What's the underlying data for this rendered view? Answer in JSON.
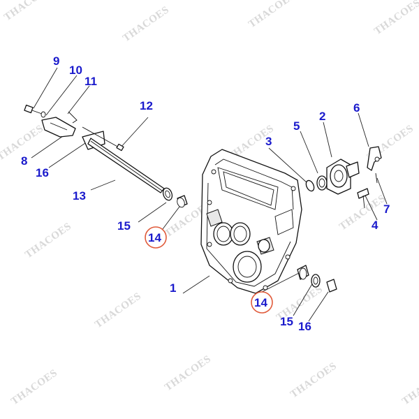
{
  "watermark": "THACOES",
  "callouts": [
    {
      "id": "c1",
      "label": "1"
    },
    {
      "id": "c2",
      "label": "2"
    },
    {
      "id": "c3",
      "label": "3"
    },
    {
      "id": "c4",
      "label": "4"
    },
    {
      "id": "c5",
      "label": "5"
    },
    {
      "id": "c6",
      "label": "6"
    },
    {
      "id": "c7",
      "label": "7"
    },
    {
      "id": "c8",
      "label": "8"
    },
    {
      "id": "c9",
      "label": "9"
    },
    {
      "id": "c10",
      "label": "10"
    },
    {
      "id": "c11",
      "label": "11"
    },
    {
      "id": "c12",
      "label": "12"
    },
    {
      "id": "c13",
      "label": "13"
    },
    {
      "id": "c14a",
      "label": "14",
      "highlighted": true
    },
    {
      "id": "c14b",
      "label": "14",
      "highlighted": true
    },
    {
      "id": "c15a",
      "label": "15"
    },
    {
      "id": "c15b",
      "label": "15"
    },
    {
      "id": "c16a",
      "label": "16"
    },
    {
      "id": "c16b",
      "label": "16"
    }
  ],
  "colors": {
    "callout": "#1a1acc",
    "highlight_ring": "#e05a3a",
    "watermark": "#c8c8c8"
  }
}
